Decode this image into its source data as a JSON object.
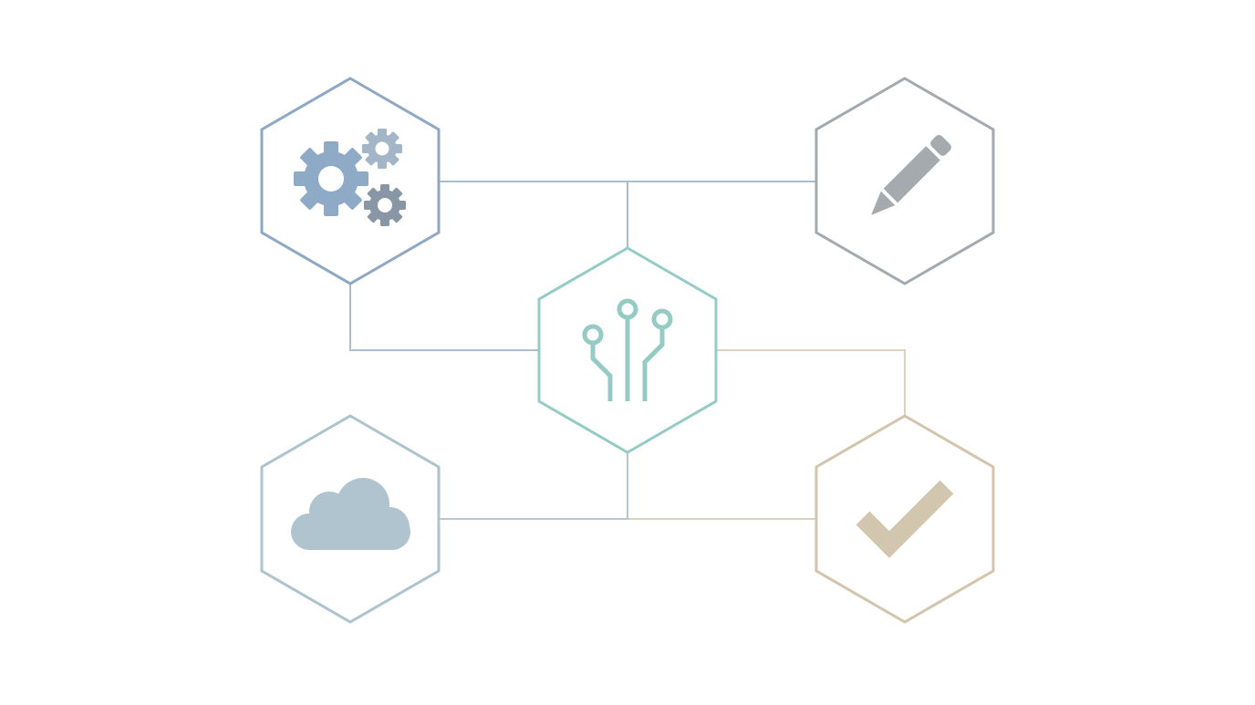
{
  "diagram": {
    "background": "#ffffff",
    "nodes": [
      {
        "id": "gears",
        "icon": "gears-icon",
        "color": "#8ea8c3"
      },
      {
        "id": "pencil",
        "icon": "pencil-icon",
        "color": "#a3aaaf"
      },
      {
        "id": "circuit",
        "icon": "circuit-icon",
        "color": "#94cbc5"
      },
      {
        "id": "cloud",
        "icon": "cloud-icon",
        "color": "#adc3cd"
      },
      {
        "id": "check",
        "icon": "checkmark-icon",
        "color": "#d3c5ad"
      }
    ],
    "connections": [
      {
        "from": "gears",
        "to": "pencil",
        "color": "#a9bdd0"
      },
      {
        "from": "gears",
        "to": "circuit",
        "color": "#a9bdd0"
      },
      {
        "from": "circuit",
        "to": "check",
        "color": "#ddd0bd"
      },
      {
        "from": "cloud",
        "to": "circuit",
        "color": "#b6c9d3"
      },
      {
        "from": "circuit",
        "to": "check",
        "color": "#ddd0bd"
      }
    ]
  }
}
